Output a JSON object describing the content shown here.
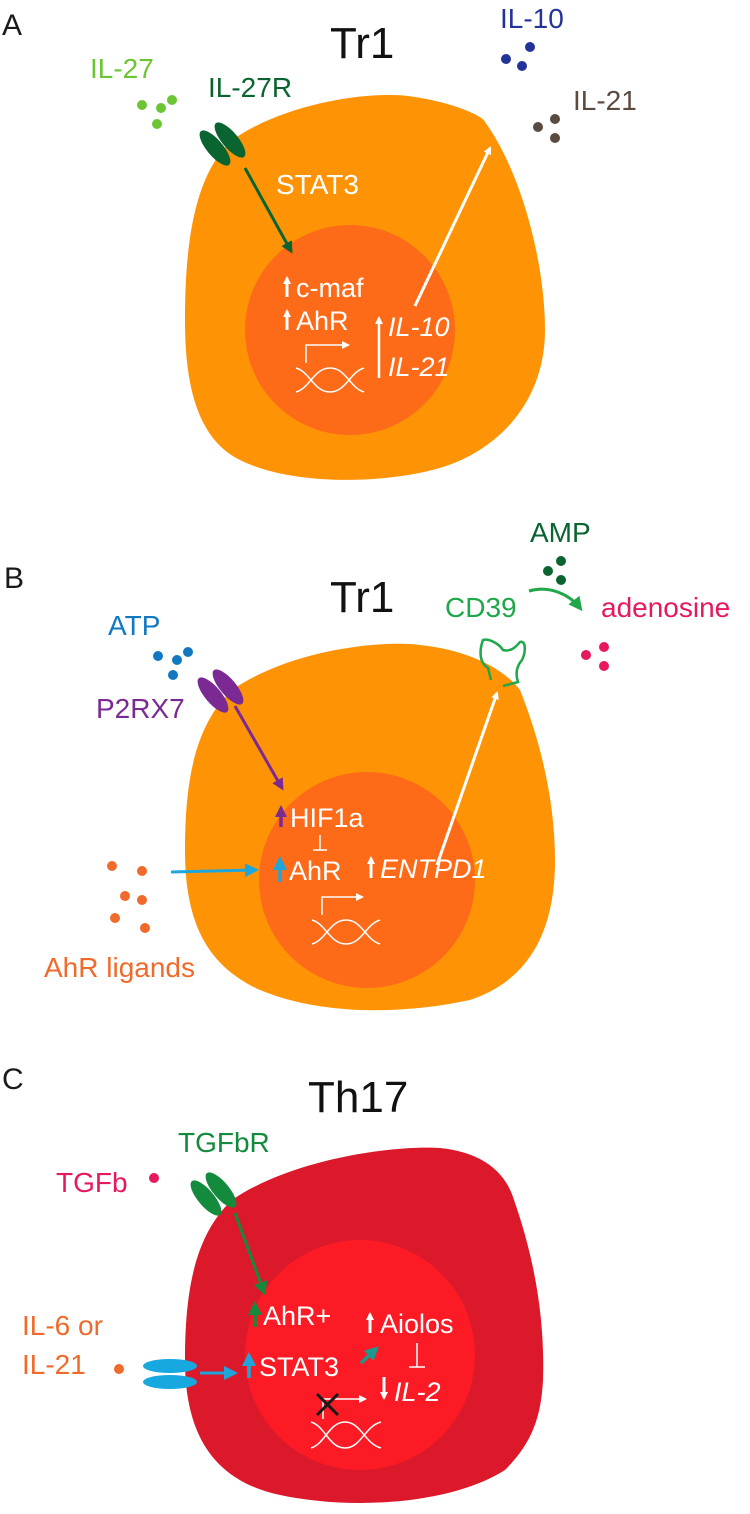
{
  "colors": {
    "tr1_outer": "#FE9405",
    "tr1_inner": "#FD6A18",
    "th17_outer": "#DB192B",
    "th17_inner": "#FC1B24",
    "il27": "#6DC535",
    "il27r": "#0A6430",
    "il10": "#23339A",
    "il21": "#5B4A40",
    "atp": "#1278BF",
    "p2rx7": "#7B2A93",
    "amp": "#0A6430",
    "cd39": "#1FA74A",
    "adenosine": "#E8185E",
    "ahr_ligands": "#F06A2B",
    "ahr_arrow": "#1EA6DC",
    "tgfb": "#E8185E",
    "tgfbr": "#138A3C",
    "il6": "#F06A2B",
    "il6r": "#18A8E0",
    "aiolos_arrow": "#1A9A8E",
    "block_x": "#1a1a1a"
  },
  "panels": [
    {
      "letter": "A",
      "cell_title": "Tr1",
      "outside": {
        "ligand": "IL-27",
        "receptor": "IL-27R",
        "secreted_1": "IL-10",
        "secreted_2": "IL-21"
      },
      "cytoplasm": {
        "signal": "STAT3"
      },
      "nucleus": {
        "tf_1": "c-maf",
        "tf_2": "AhR",
        "gene_1": "IL-10",
        "gene_2": "IL-21"
      }
    },
    {
      "letter": "B",
      "cell_title": "Tr1",
      "outside": {
        "ligand": "ATP",
        "receptor": "P2RX7",
        "substrate": "AMP",
        "enzyme": "CD39",
        "product": "adenosine",
        "ahr_ligands": "AhR ligands"
      },
      "nucleus": {
        "tf_1": "HIF1a",
        "tf_2": "AhR",
        "gene": "ENTPD1"
      }
    },
    {
      "letter": "C",
      "cell_title": "Th17",
      "outside": {
        "ligand": "TGFb",
        "receptor": "TGFbR",
        "cytokine_line1": "IL-6 or",
        "cytokine_line2": "IL-21"
      },
      "nucleus": {
        "tf_1": "AhR+",
        "tf_2": "STAT3",
        "tf_3": "Aiolos",
        "gene": "IL-2"
      }
    }
  ]
}
